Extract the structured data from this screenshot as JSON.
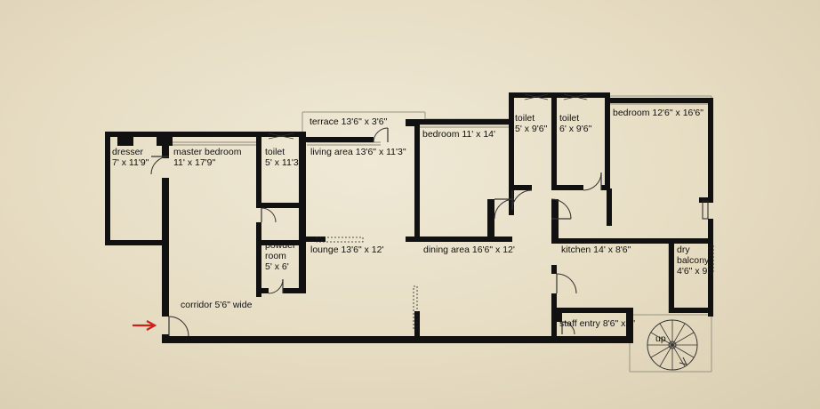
{
  "labels": {
    "dresser": "dresser",
    "dresser_size": "7' x 11'9\"",
    "master_bedroom": "master bedroom",
    "master_bedroom_size": "11' x 17'9\"",
    "toilet1": "toilet",
    "toilet1_size": "5' x 11'3\"",
    "terrace": "terrace 13'6\" x 3'6\"",
    "living_area": "living area 13'6\" x 11'3\"",
    "bedroom2": "bedroom 11' x 14'",
    "toilet2": "toilet",
    "toilet2_size": "5' x 9'6\"",
    "toilet3": "toilet",
    "toilet3_size": "6' x 9'6\"",
    "bedroom3": "bedroom 12'6\" x 16'6\"",
    "powder_room": "powder",
    "powder_room2": "room",
    "powder_room_size": "5' x 6'",
    "lounge": "lounge 13'6\" x 12'",
    "dining_area": "dining area 16'6\" x 12'",
    "kitchen": "kitchen 14' x 8'6\"",
    "dry_balcony": "dry",
    "dry_balcony2": "balcony",
    "dry_balcony_size": "4'6\" x 9'",
    "corridor": "corridor 5'6\" wide",
    "staff_entry": "staff entry 8'6\" x 3'",
    "stair": "up"
  },
  "colors": {
    "walls": "#111111",
    "entry_arrow": "#d0201a",
    "paper": "#e6dcc2"
  },
  "icons": [
    "entry-arrow-icon",
    "spiral-staircase-icon"
  ]
}
